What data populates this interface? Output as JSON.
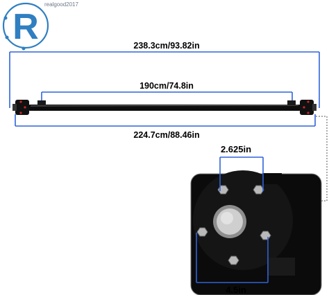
{
  "logo": {
    "caption": "realgood2017",
    "letter": "R",
    "color": "#2f7fc1"
  },
  "dimensions": {
    "overall_length": "238.3cm/93.82in",
    "spring_center": "190cm/74.8in",
    "hub_face": "224.7cm/88.46in",
    "bolt_spacing": "2.625in",
    "bolt_circle": "4.5in"
  },
  "colors": {
    "dimension_line": "#2f63d8",
    "axle": "#0d0d0d",
    "hub_background": "#0b0b0b",
    "zoom_leader": "#555555"
  }
}
